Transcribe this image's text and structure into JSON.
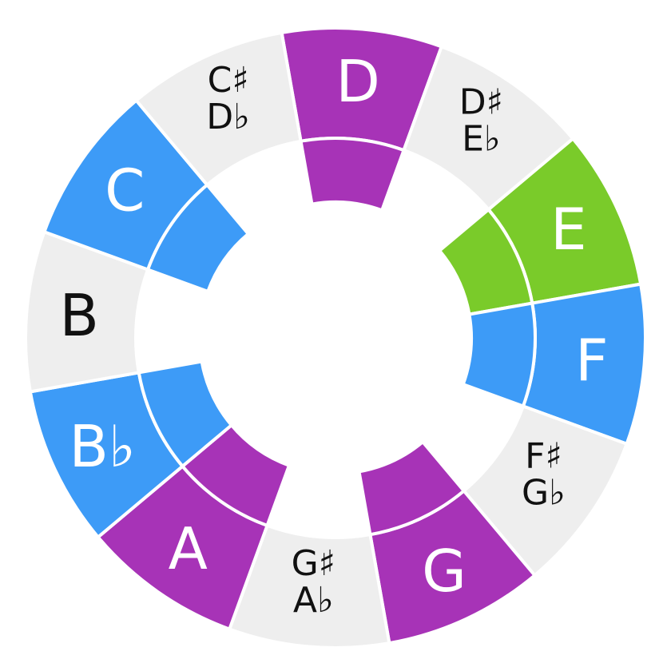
{
  "colors": {
    "purple": "#a733b7",
    "blue": "#3d9bf7",
    "green": "#7acb2a",
    "gray": "#eeeeee",
    "white_text": "#ffffff",
    "black_text": "#111111",
    "separator": "#ffffff"
  },
  "notes": [
    {
      "id": "d",
      "lines": [
        "D"
      ],
      "fill": "purple",
      "text": "white",
      "inner": true
    },
    {
      "id": "d-sharp",
      "lines": [
        "D♯",
        "E♭"
      ],
      "fill": "gray",
      "text": "black",
      "inner": false
    },
    {
      "id": "e",
      "lines": [
        "E"
      ],
      "fill": "green",
      "text": "white",
      "inner": true
    },
    {
      "id": "f",
      "lines": [
        "F"
      ],
      "fill": "blue",
      "text": "white",
      "inner": true
    },
    {
      "id": "f-sharp",
      "lines": [
        "F♯",
        "G♭"
      ],
      "fill": "gray",
      "text": "black",
      "inner": false
    },
    {
      "id": "g",
      "lines": [
        "G"
      ],
      "fill": "purple",
      "text": "white",
      "inner": true
    },
    {
      "id": "g-sharp",
      "lines": [
        "G♯",
        "A♭"
      ],
      "fill": "gray",
      "text": "black",
      "inner": false
    },
    {
      "id": "a",
      "lines": [
        "A"
      ],
      "fill": "purple",
      "text": "white",
      "inner": true
    },
    {
      "id": "b-flat",
      "lines": [
        "B♭"
      ],
      "fill": "blue",
      "text": "white",
      "inner": true
    },
    {
      "id": "b",
      "lines": [
        "B"
      ],
      "fill": "gray",
      "text": "black",
      "inner": false
    },
    {
      "id": "c",
      "lines": [
        "C"
      ],
      "fill": "blue",
      "text": "white",
      "inner": true
    },
    {
      "id": "c-sharp",
      "lines": [
        "C♯",
        "D♭"
      ],
      "fill": "gray",
      "text": "black",
      "inner": false
    }
  ]
}
